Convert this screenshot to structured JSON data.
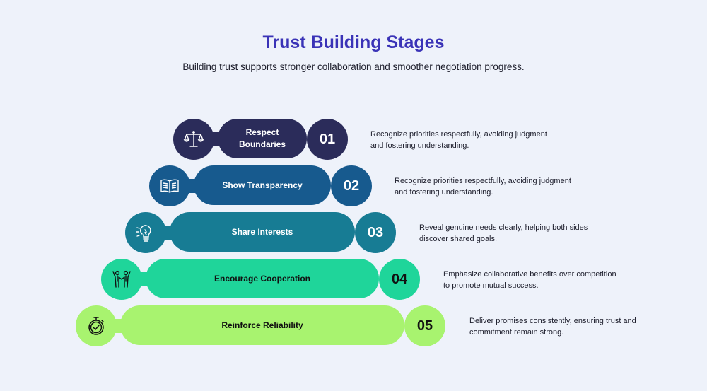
{
  "title": "Trust Building Stages",
  "subtitle": "Building trust supports stronger collaboration and smoother negotiation progress.",
  "stages": [
    {
      "number": "01",
      "label": "Respect\nBoundaries",
      "icon": "scales-icon",
      "description": "Recognize priorities respectfully, avoiding judgment and fostering understanding.",
      "color": "#2b2c5a",
      "text_color": "#ffffff"
    },
    {
      "number": "02",
      "label": "Show Transparency",
      "icon": "open-book-icon",
      "description": "Recognize priorities respectfully, avoiding judgment and fostering understanding.",
      "color": "#175a8e",
      "text_color": "#ffffff"
    },
    {
      "number": "03",
      "label": "Share Interests",
      "icon": "lightbulb-idea-icon",
      "description": "Reveal genuine needs clearly, helping both sides discover shared goals.",
      "color": "#177c94",
      "text_color": "#ffffff"
    },
    {
      "number": "04",
      "label": "Encourage Cooperation",
      "icon": "teamwork-people-icon",
      "description": "Emphasize collaborative benefits over competition to promote mutual success.",
      "color": "#1fd59a",
      "text_color": "#111111"
    },
    {
      "number": "05",
      "label": "Reinforce Reliability",
      "icon": "stopwatch-icon",
      "description": "Deliver promises consistently, ensuring trust and commitment remain strong.",
      "color": "#a8f36f",
      "text_color": "#111111"
    }
  ]
}
